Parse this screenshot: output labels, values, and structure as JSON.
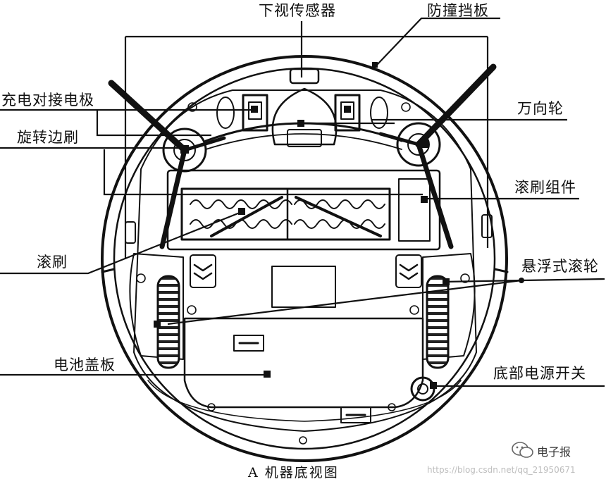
{
  "labels": {
    "lower_view_sensor": "下视传感器",
    "bumper": "防撞挡板",
    "charging_electrode": "充电对接电极",
    "universal_wheel": "万向轮",
    "side_brush": "旋转边刷",
    "roller_brush_assembly": "滚刷组件",
    "roller_brush": "滚刷",
    "suspension_wheel": "悬浮式滚轮",
    "battery_cover": "电池盖板",
    "bottom_power_switch": "底部电源开关"
  },
  "caption": "A  机器底视图",
  "watermark": {
    "brand": "电子报",
    "url": "https://blog.csdn.net/qq_21950671"
  }
}
